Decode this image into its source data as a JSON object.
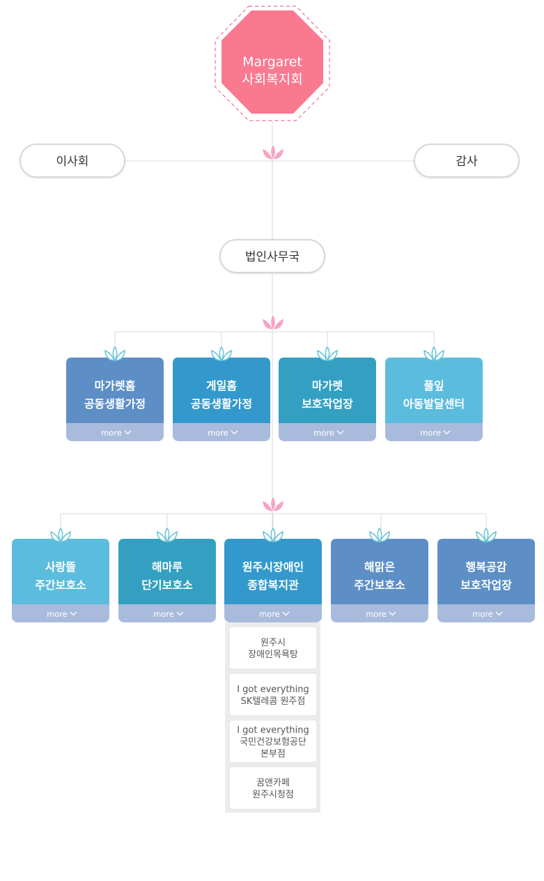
{
  "root": {
    "line1": "Margaret",
    "line2": "사회복지회"
  },
  "board": {
    "label": "이사회"
  },
  "auditor": {
    "label": "감사"
  },
  "office": {
    "label": "법인사무국"
  },
  "more_label": "more",
  "colors": {
    "root": "#f9798f",
    "root_border": "#f56d86",
    "line": "#d9d9d9",
    "leaf_pink": "#f7a3c6",
    "leaf_blue": "#6dc5d9",
    "more_bar": "#a9bbdc"
  },
  "row1": [
    {
      "line1": "마가렛홈",
      "line2": "공동생활가정",
      "color": "#5d8fc6"
    },
    {
      "line1": "게일홈",
      "line2": "공동생활가정",
      "color": "#3399cc"
    },
    {
      "line1": "마가렛",
      "line2": "보호작업장",
      "color": "#33a0c2"
    },
    {
      "line1": "풀잎",
      "line2": "아동발달센터",
      "color": "#5cbcdd"
    }
  ],
  "row2": [
    {
      "line1": "사랑뜰",
      "line2": "주간보호소",
      "color": "#5cbcdd"
    },
    {
      "line1": "해마루",
      "line2": "단기보호소",
      "color": "#33a0c2"
    },
    {
      "line1": "원주시장애인",
      "line2": "종합복지관",
      "color": "#3399cc"
    },
    {
      "line1": "해맑은",
      "line2": "주간보호소",
      "color": "#5d8fc6"
    },
    {
      "line1": "행복공감",
      "line2": "보호작업장",
      "color": "#5d8fc6"
    }
  ],
  "sub_items": [
    {
      "lines": [
        "원주시",
        "장애인목욕탕"
      ]
    },
    {
      "lines": [
        "I got everything",
        "SK텔레콤 원주점"
      ]
    },
    {
      "lines": [
        "I got everything",
        "국민건강보험공단",
        "본부점"
      ]
    },
    {
      "lines": [
        "꿈앤카페",
        "원주시청점"
      ]
    }
  ]
}
